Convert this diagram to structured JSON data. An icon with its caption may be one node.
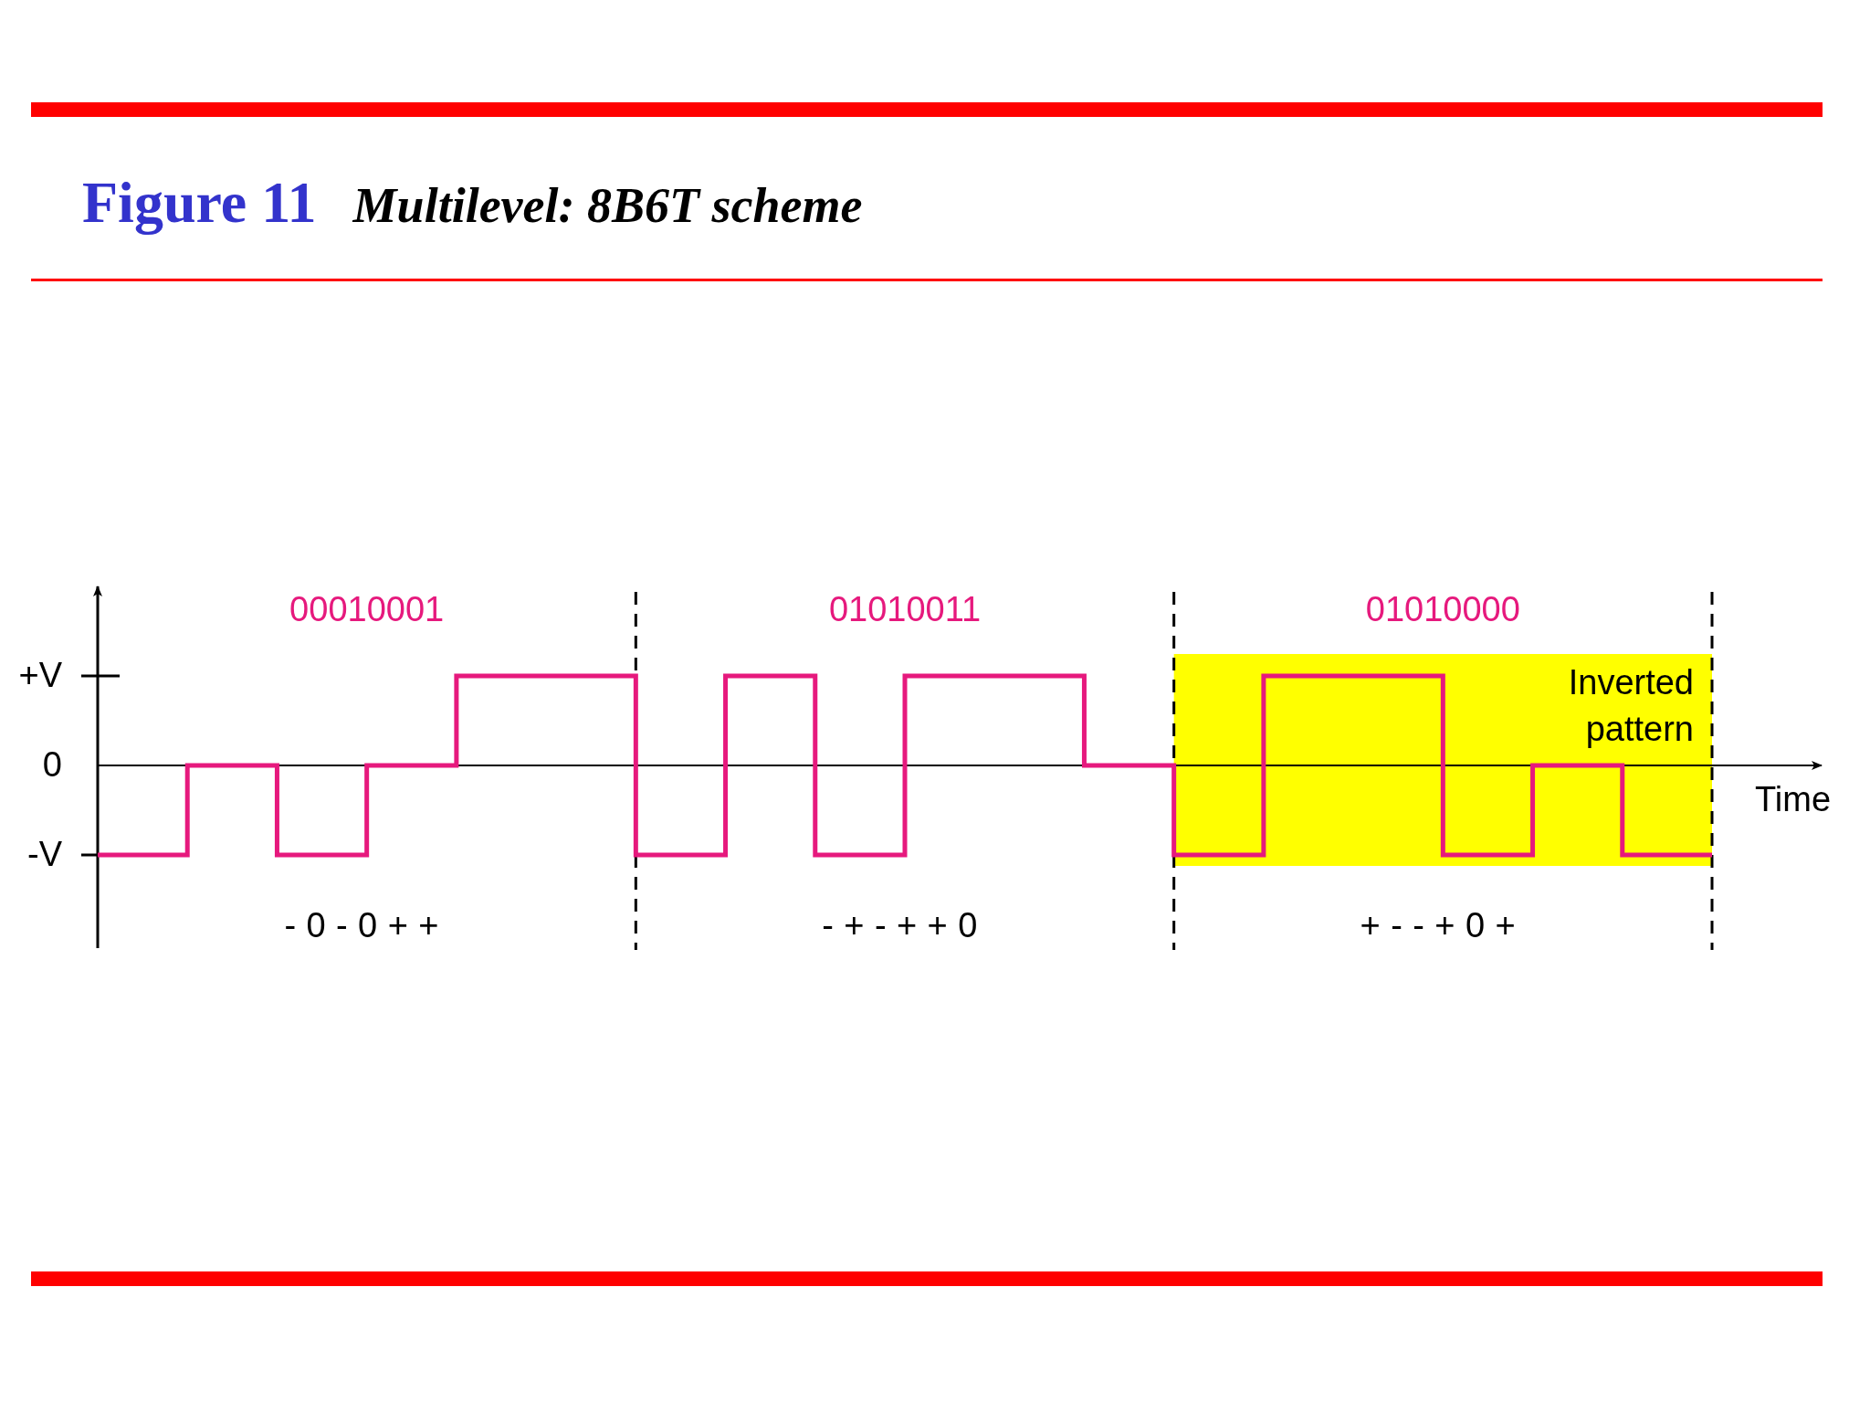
{
  "diagram": {
    "title": "Figure 11 *Multilevel: 8B6T scheme*",
    "labels": [
      "00010001",
      "01010011",
      "01010000",
      "+V",
      "0",
      "-V",
      "Inverted pattern",
      "Time",
      "-0-0++",
      "-+-++0",
      "+--+0+"
    ]
  }
}
